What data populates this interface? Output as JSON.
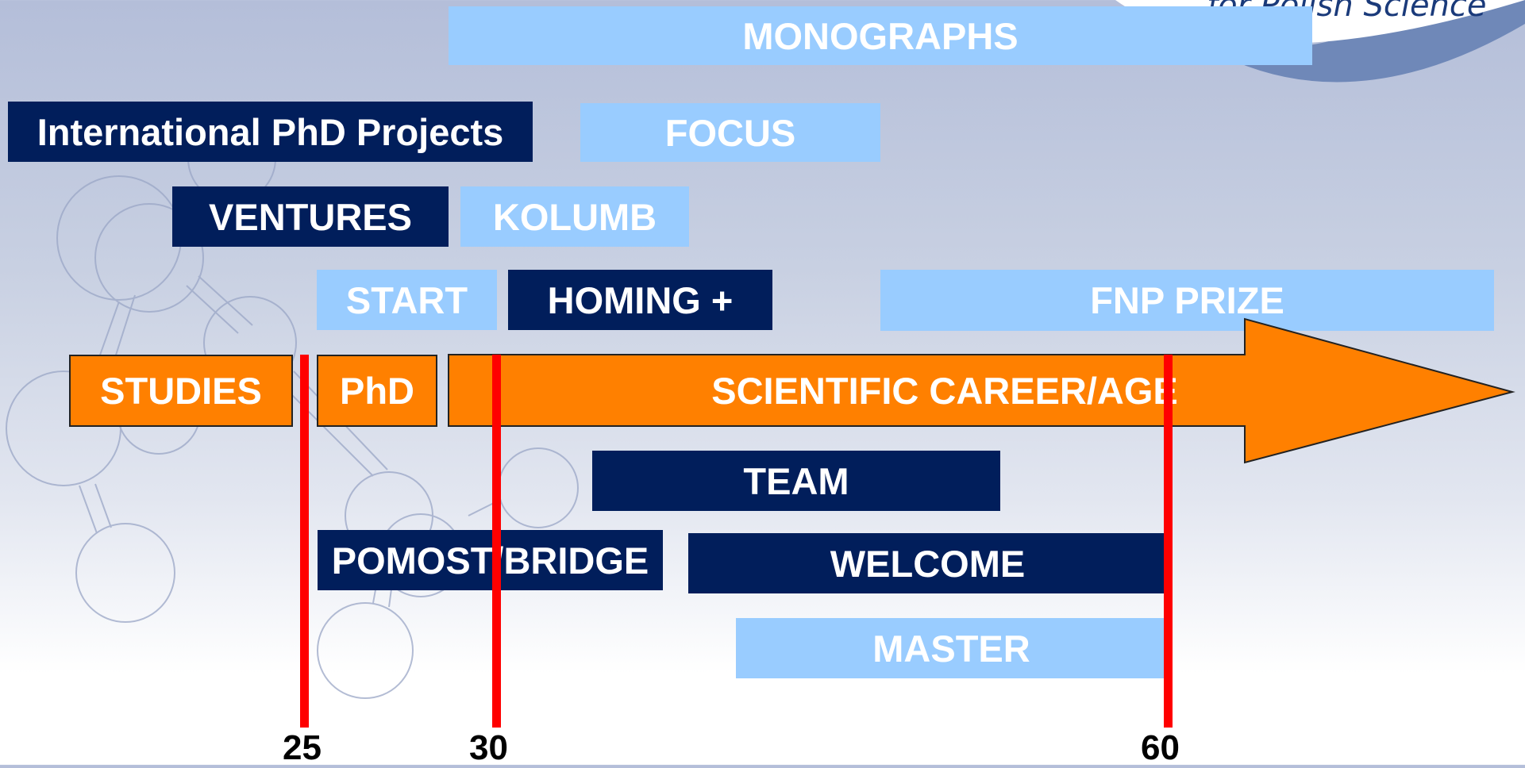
{
  "programs": {
    "monographs": "MONOGRAPHS",
    "international_phd": "International PhD Projects",
    "focus": "FOCUS",
    "ventures": "VENTURES",
    "kolumb": "KOLUMB",
    "start": "START",
    "homing_plus": "HOMING +",
    "fnp_prize": "FNP PRIZE",
    "team": "TEAM",
    "pomost_bridge": "POMOST/BRIDGE",
    "welcome": "WELCOME",
    "master": "MASTER"
  },
  "career_stages": {
    "studies": "STUDIES",
    "phd": "PhD",
    "scientific_career": "SCIENTIFIC CAREER/AGE"
  },
  "age_markers": [
    "25",
    "30",
    "60"
  ],
  "logo_text": "for Polish Science",
  "colors": {
    "light_bar": "#99ccff",
    "dark_bar": "#011e5b",
    "career_arrow": "#ff8000",
    "age_line": "#ff0000"
  }
}
